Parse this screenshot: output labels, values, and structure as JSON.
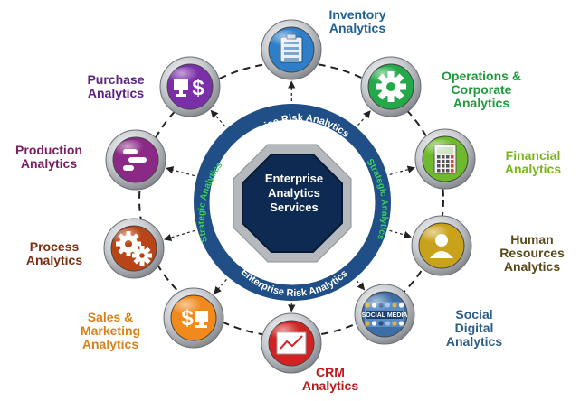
{
  "center": {
    "lines": [
      "Enterprise",
      "Analytics",
      "Services"
    ],
    "ring_top": "Enterprise Risk Analytics",
    "ring_bottom": "Enterprise Risk Analytics",
    "ring_left": "Strategic Analytics",
    "ring_right": "Strategic Analytics"
  },
  "nodes": [
    {
      "id": "inventory",
      "lines": [
        "Inventory",
        "Analytics"
      ],
      "color": "#1f5f94",
      "icon": "clipboard-icon",
      "fill": "#2e7ec8"
    },
    {
      "id": "operations",
      "lines": [
        "Operations &",
        "Corporate",
        "Analytics"
      ],
      "color": "#1e9a3c",
      "icon": "gear-icon",
      "fill": "#23a84a"
    },
    {
      "id": "financial",
      "lines": [
        "Financial",
        "Analytics"
      ],
      "color": "#7ab51d",
      "icon": "calculator-icon",
      "fill": "#6fba2c"
    },
    {
      "id": "human-resources",
      "lines": [
        "Human",
        "Resources",
        "Analytics"
      ],
      "color": "#5a4a1a",
      "icon": "person-icon",
      "fill": "#c9a21c"
    },
    {
      "id": "social-digital",
      "lines": [
        "Social",
        "Digital",
        "Analytics"
      ],
      "color": "#2c5d8a",
      "icon": "social-media-icon",
      "fill": "#3d6fa6"
    },
    {
      "id": "crm",
      "lines": [
        "CRM",
        "Analytics"
      ],
      "color": "#c0171c",
      "icon": "line-chart-icon",
      "fill": "#d42222"
    },
    {
      "id": "sales-marketing",
      "lines": [
        "Sales &",
        "Marketing",
        "Analytics"
      ],
      "color": "#d9801a",
      "icon": "dollar-monitor-icon",
      "fill": "#f08a1c"
    },
    {
      "id": "process",
      "lines": [
        "Process",
        "Analytics"
      ],
      "color": "#7a2e12",
      "icon": "gears-icon",
      "fill": "#b84418"
    },
    {
      "id": "production",
      "lines": [
        "Production",
        "Analytics"
      ],
      "color": "#7a1f62",
      "icon": "gantt-icon",
      "fill": "#8a2a86"
    },
    {
      "id": "purchase",
      "lines": [
        "Purchase",
        "Analytics"
      ],
      "color": "#5c2382",
      "icon": "monitor-dollar-icon",
      "fill": "#7a2fa8"
    }
  ],
  "colors": {
    "ring": "#1f4f86",
    "octagon_outer": "#b5b8bc",
    "octagon_inner": "#0e2a52",
    "connector": "#222222"
  }
}
